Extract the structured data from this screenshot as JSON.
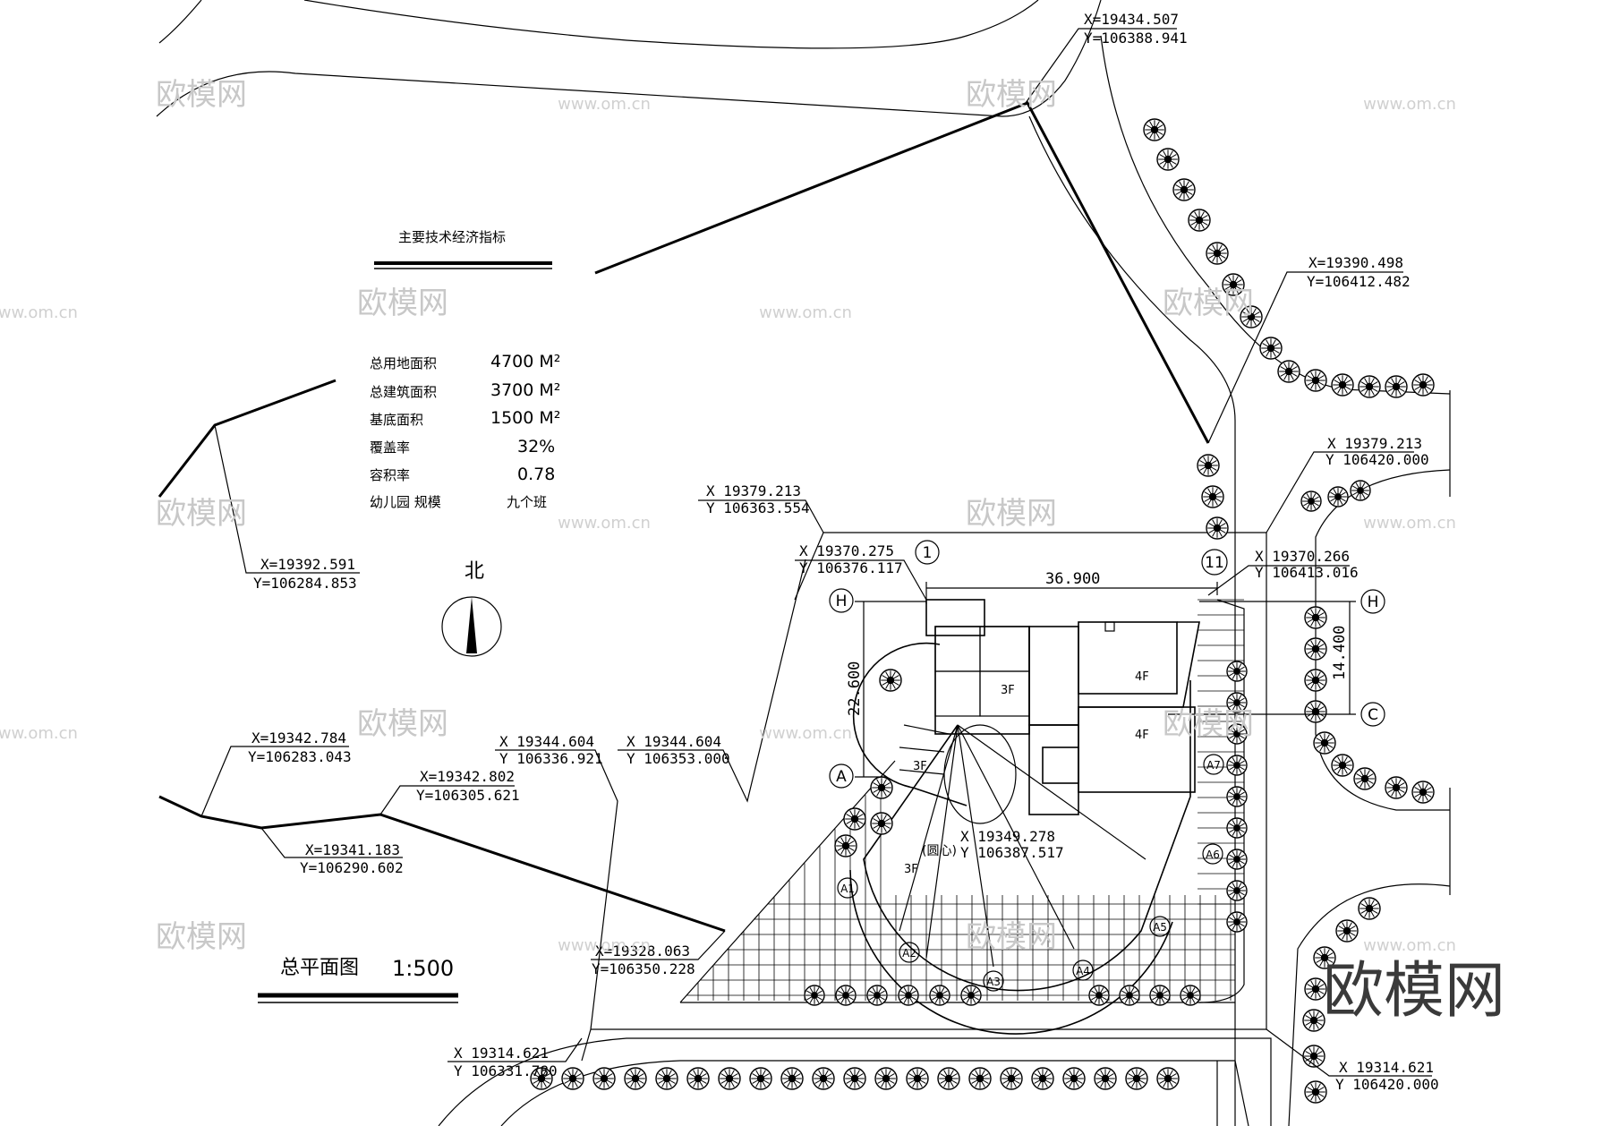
{
  "plan": {
    "title": "总平面图",
    "scale": "1:500",
    "north_label": "北"
  },
  "indicators": {
    "title": "主要技术经济指标",
    "rows": [
      {
        "label": "总用地面积",
        "value": "4700 M²"
      },
      {
        "label": "总建筑面积",
        "value": "3700 M²"
      },
      {
        "label": "基底面积",
        "value": "1500 M²"
      },
      {
        "label": "覆盖率",
        "value": "32%"
      },
      {
        "label": "容积率",
        "value": "0.78"
      },
      {
        "label": "幼儿园   规模",
        "value": "九个班"
      }
    ]
  },
  "coordinates": [
    {
      "x": "X=19434.507",
      "y": "Y=106388.941"
    },
    {
      "x": "X=19390.498",
      "y": "Y=106412.482"
    },
    {
      "x": "X 19379.213",
      "y": "Y 106420.000"
    },
    {
      "x": "X 19379.213",
      "y": "Y 106363.554"
    },
    {
      "x": "X 19370.275",
      "y": "Y 106376.117"
    },
    {
      "x": "X 19370.266",
      "y": "Y 106413.016"
    },
    {
      "x": "X=19392.591",
      "y": "Y=106284.853"
    },
    {
      "x": "X=19342.784",
      "y": "Y=106283.043"
    },
    {
      "x": "X=19342.802",
      "y": "Y=106305.621"
    },
    {
      "x": "X=19341.183",
      "y": "Y=106290.602"
    },
    {
      "x": "X 19344.604",
      "y": "Y 106336.921"
    },
    {
      "x": "X 19344.604",
      "y": "Y 106353.000"
    },
    {
      "x": "X 19349.278",
      "y": "Y 106387.517"
    },
    {
      "x": "X=19328.063",
      "y": "Y=106350.228"
    },
    {
      "x": "X 19314.621",
      "y": "Y 106331.780"
    },
    {
      "x": "X 19314.621",
      "y": "Y 106420.000"
    }
  ],
  "center_label": "(圆心)",
  "dimensions": {
    "width_top": "36.900",
    "height_left": "22.600",
    "height_right": "14.400"
  },
  "axes": {
    "axis_1": "1",
    "axis_11": "11",
    "axis_H_left": "H",
    "axis_H_right": "H",
    "axis_A": "A",
    "axis_C": "C"
  },
  "floors": {
    "f3_a": "3F",
    "f4_a": "4F",
    "f4_b": "4F",
    "f3_b": "3F",
    "f3_c": "3F"
  },
  "radial_axes": [
    "A1",
    "A2",
    "A3",
    "A4",
    "A5",
    "A6",
    "A7"
  ],
  "watermark": {
    "brand": "欧模网",
    "url": "www.om.cn"
  }
}
